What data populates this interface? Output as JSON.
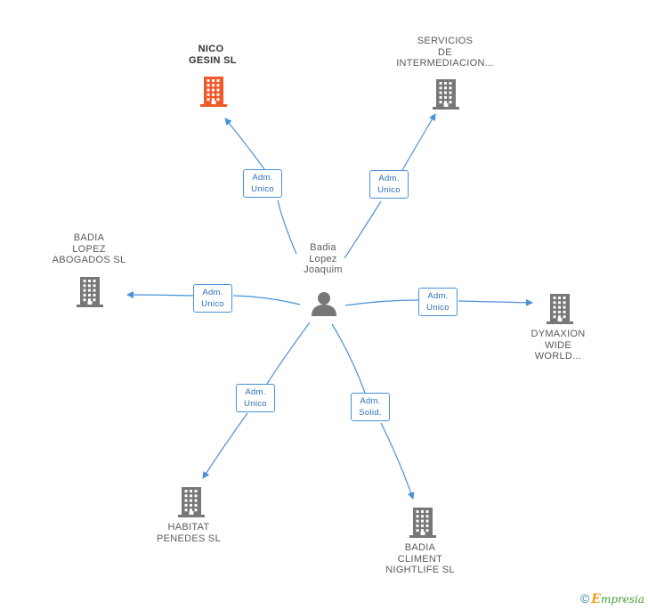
{
  "center": {
    "name_lines": [
      "Badia",
      "Lopez",
      "Joaquim"
    ],
    "icon": "person-icon"
  },
  "companies": [
    {
      "id": "nico",
      "name_lines": [
        "NICO",
        "GESIN SL"
      ],
      "highlight": true,
      "color": "#f05a28",
      "relation_lines": [
        "Adm.",
        "Unico"
      ],
      "icon": "building-icon"
    },
    {
      "id": "servicios",
      "name_lines": [
        "SERVICIOS",
        "DE",
        "INTERMEDIACION..."
      ],
      "highlight": false,
      "color": "#777777",
      "relation_lines": [
        "Adm.",
        "Unico"
      ],
      "icon": "building-icon"
    },
    {
      "id": "badia-abogados",
      "name_lines": [
        "BADIA",
        "LOPEZ",
        "ABOGADOS  SL"
      ],
      "highlight": false,
      "color": "#777777",
      "relation_lines": [
        "Adm.",
        "Unico"
      ],
      "icon": "building-icon"
    },
    {
      "id": "dymaxion",
      "name_lines": [
        "DYMAXION",
        "WIDE",
        "WORLD..."
      ],
      "highlight": false,
      "color": "#777777",
      "relation_lines": [
        "Adm.",
        "Unico"
      ],
      "icon": "building-icon"
    },
    {
      "id": "habitat",
      "name_lines": [
        "HABITAT",
        "PENEDES SL"
      ],
      "highlight": false,
      "color": "#777777",
      "relation_lines": [
        "Adm.",
        "Unico"
      ],
      "icon": "building-icon"
    },
    {
      "id": "badia-climent",
      "name_lines": [
        "BADIA",
        "CLIMENT",
        "NIGHTLIFE SL"
      ],
      "highlight": false,
      "color": "#777777",
      "relation_lines": [
        "Adm.",
        "Solid."
      ],
      "icon": "building-icon"
    }
  ],
  "colors": {
    "edge": "#4a90d9",
    "badge_text": "#2d6db5",
    "building": "#777777",
    "highlight": "#f05a28"
  },
  "footer": {
    "copyright": "©",
    "brand_initial": "E",
    "brand_rest": "mpresia"
  }
}
